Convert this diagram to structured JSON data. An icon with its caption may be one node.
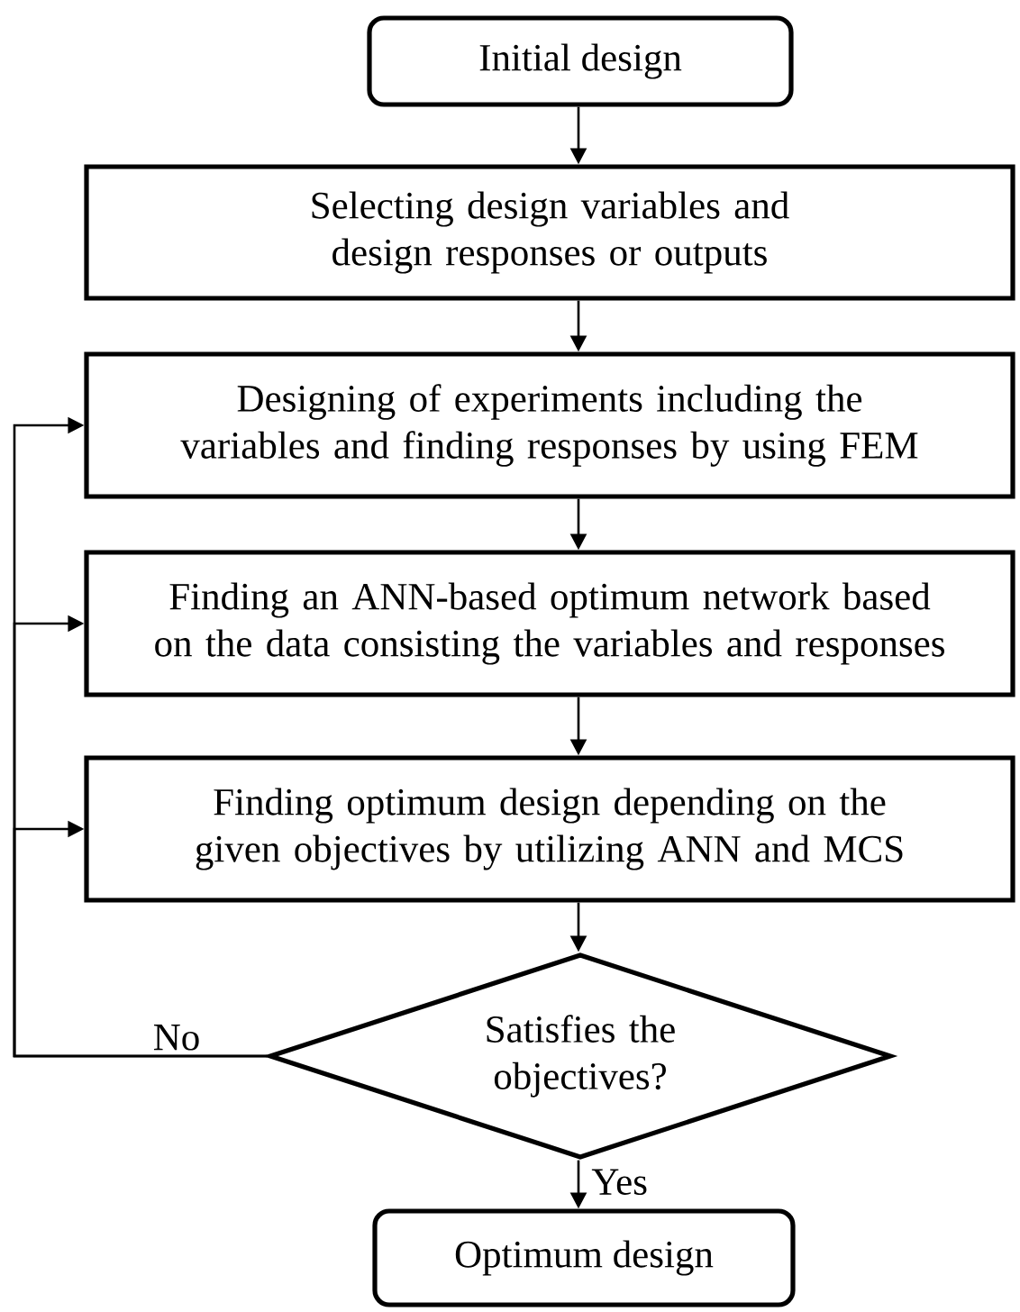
{
  "diagram": {
    "nodes": [
      {
        "text": [
          "Initial design"
        ]
      },
      {
        "text": [
          "Selecting design variables and design responses or outputs"
        ]
      },
      {
        "text": [
          "Designing of experiments including the variables and finding responses by using FEM"
        ]
      },
      {
        "text": [
          "Finding an ANN-based optimum network based on the data consisting the variables and responses"
        ]
      },
      {
        "text": [
          "Finding optimum design depending on the given objectives by utilizing ANN and MCS"
        ]
      },
      {
        "text": [
          "Satisfies the objectives?"
        ]
      },
      {
        "text": [
          "Optimum design"
        ]
      }
    ],
    "edges": [
      {
        "from": 0,
        "to": 1,
        "arrow": "to"
      },
      {
        "from": 1,
        "to": 2,
        "arrow": "to"
      },
      {
        "from": 2,
        "to": 3,
        "arrow": "to"
      },
      {
        "from": 3,
        "to": 4,
        "arrow": "to"
      },
      {
        "from": 4,
        "to": 5,
        "arrow": "to"
      },
      {
        "from": 5,
        "to": 6,
        "arrow": "to",
        "label": "Yes"
      },
      {
        "from": 5,
        "to": 2,
        "arrow": "to",
        "label": "No"
      },
      {
        "from": 5,
        "to": 3,
        "arrow": "to"
      },
      {
        "from": 5,
        "to": 4,
        "arrow": "to"
      }
    ]
  }
}
